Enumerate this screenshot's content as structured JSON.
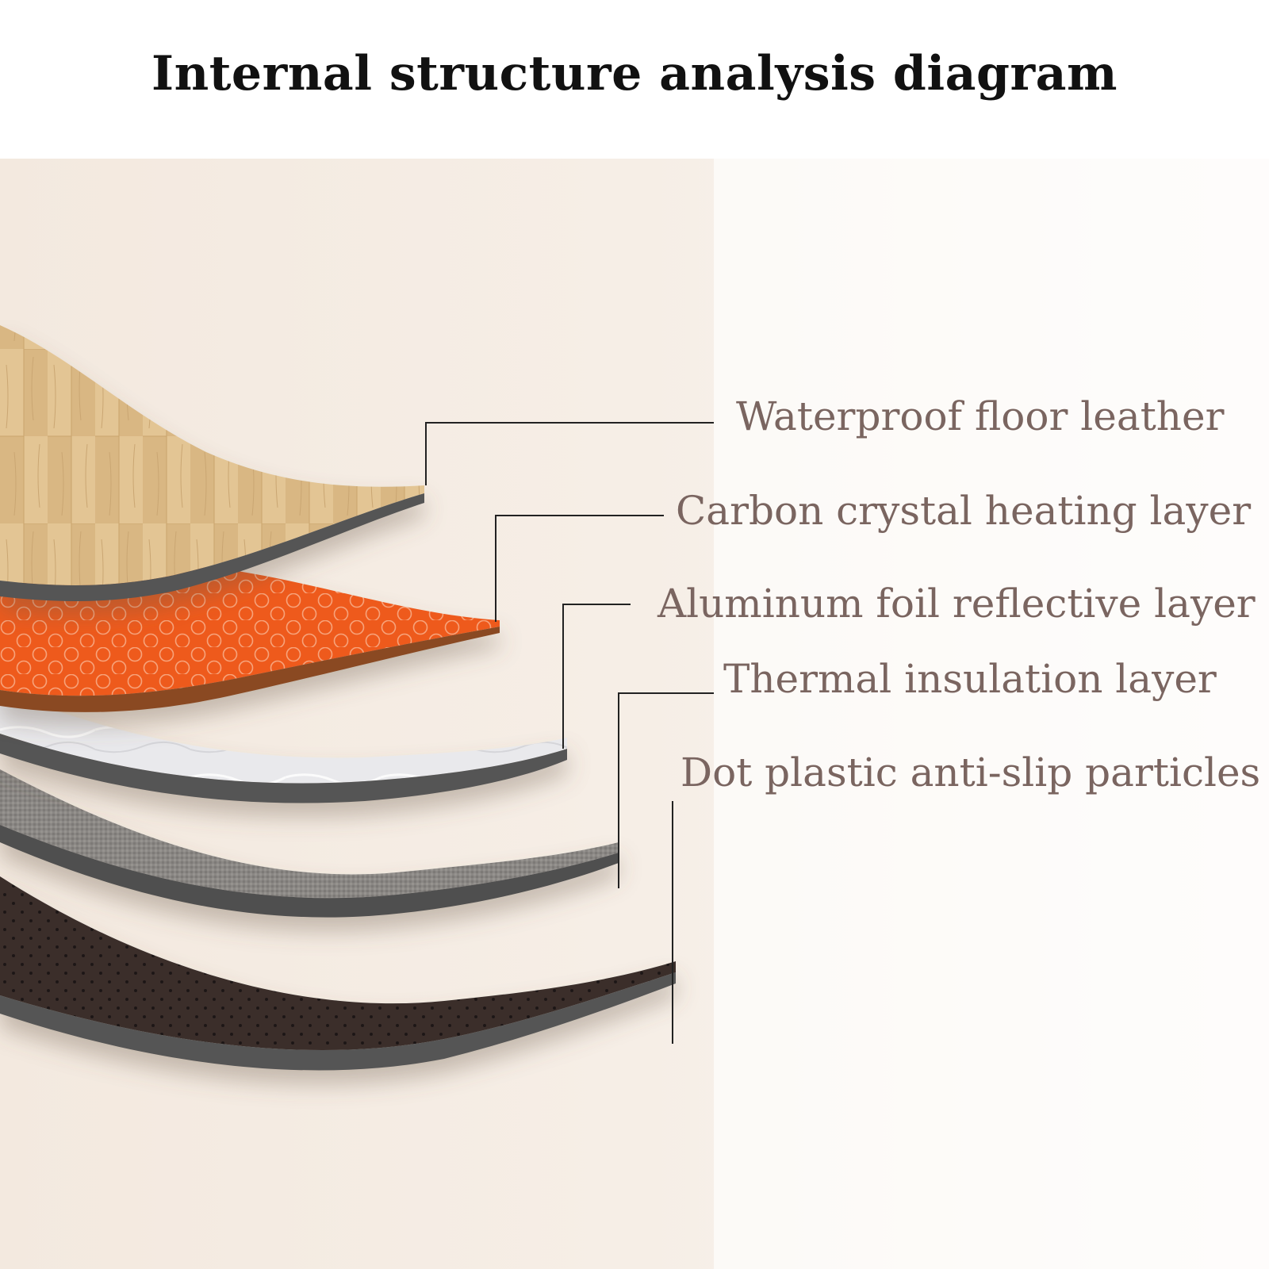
{
  "title": "Internal structure analysis diagram",
  "layers": [
    {
      "name": "Waterproof floor leather",
      "color": "#d9b783",
      "pattern": "wood"
    },
    {
      "name": "Carbon crystal heating layer",
      "color": "#ee5a1f",
      "pattern": "hexagon-circles"
    },
    {
      "name": "Aluminum foil reflective layer",
      "color": "#e8e8ea",
      "pattern": "foil"
    },
    {
      "name": "Thermal insulation layer",
      "color": "#8a8784",
      "pattern": "fabric"
    },
    {
      "name": "Dot plastic anti-slip particles",
      "color": "#3a2f2c",
      "pattern": "dots"
    }
  ],
  "colors": {
    "background": "#f6ede4",
    "label_text": "#7a6560",
    "leader_line": "#222222",
    "layer_edge": "#555555"
  }
}
